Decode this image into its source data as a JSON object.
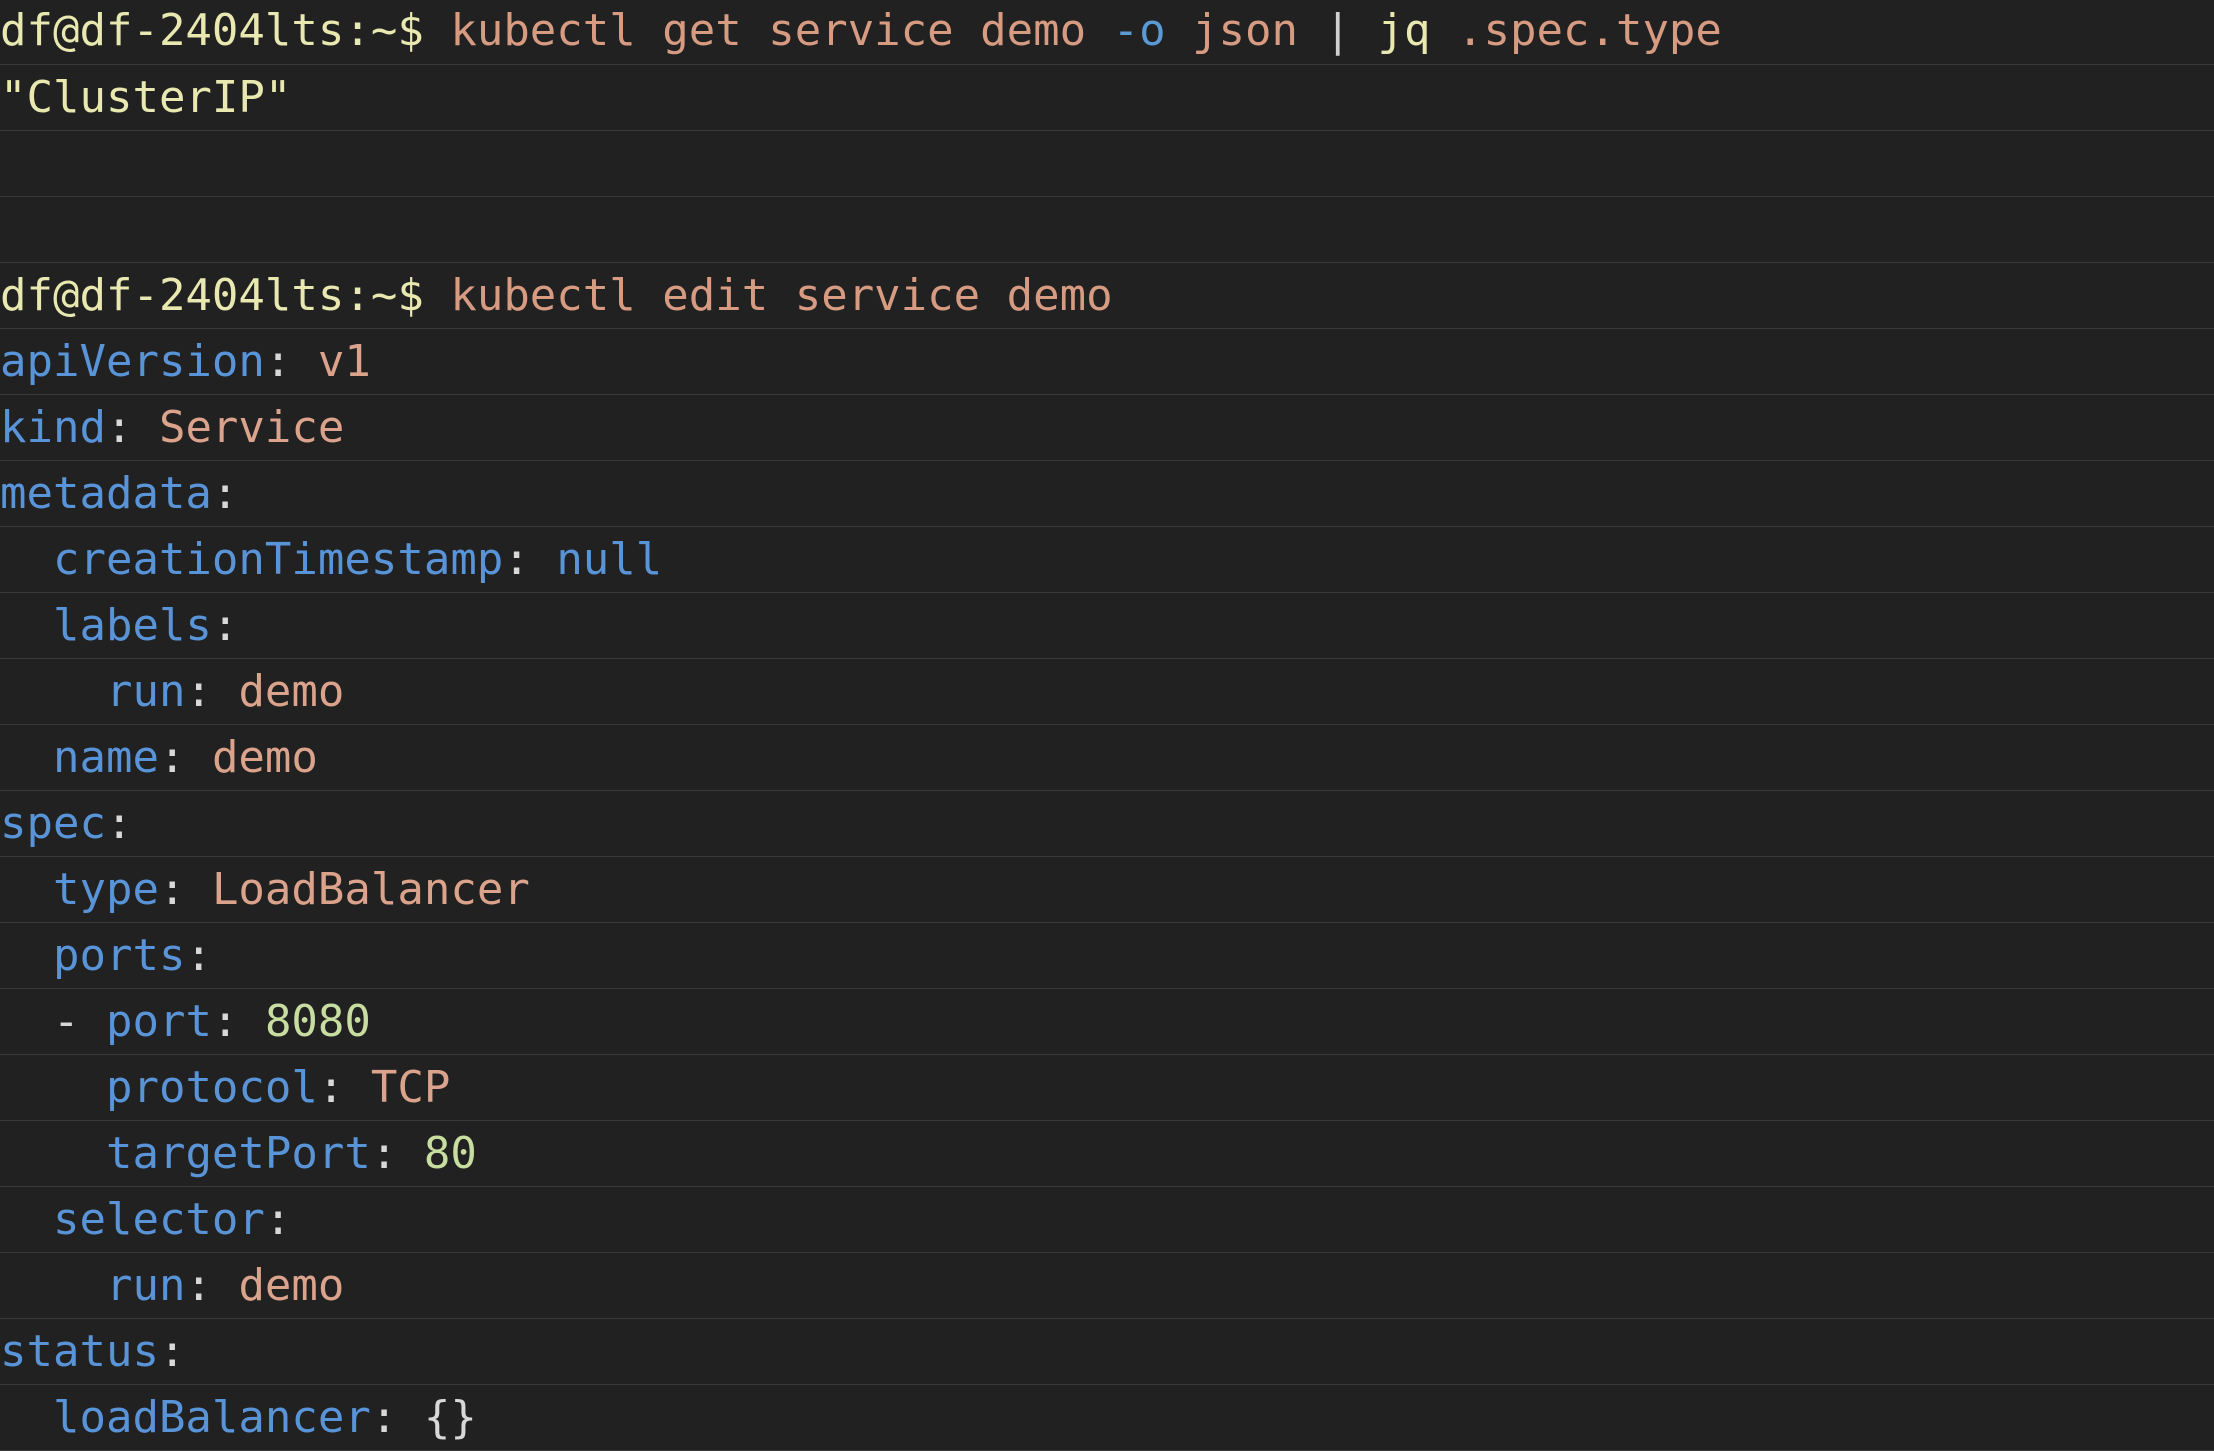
{
  "terminal": {
    "title": "df@df-2404lts: ~",
    "background_color": "#212121",
    "gridline_color": "#3a3a3a",
    "palette": {
      "prompt": "#e8e8b0",
      "command": "#d79b82",
      "flag": "#5a9bd5",
      "pipe": "#d0d0d0",
      "yaml_key": "#5a94d8",
      "yaml_string": "#dba38c",
      "yaml_number": "#c8dda0",
      "yaml_keyword": "#5a94d8",
      "punctuation": "#d8d8d8",
      "stdout": "#e8e8b0"
    },
    "prompt_text": "df@df-2404lts:~$",
    "lines": [
      {
        "id": "cmd-get-service",
        "kind": "command",
        "tokens": [
          {
            "t": "df@df-2404lts:~$",
            "c": "tok-prompt"
          },
          {
            "t": " kubectl get service demo ",
            "c": "tok-cmd"
          },
          {
            "t": "-o",
            "c": "tok-flag"
          },
          {
            "t": " json ",
            "c": "tok-cmd"
          },
          {
            "t": "|",
            "c": "tok-pipe"
          },
          {
            "t": " jq",
            "c": "tok-jq"
          },
          {
            "t": " .spec.type",
            "c": "tok-cmd"
          }
        ]
      },
      {
        "id": "out-clusterip",
        "kind": "stdout",
        "tokens": [
          {
            "t": "\"ClusterIP\"",
            "c": "tok-out"
          }
        ]
      },
      {
        "id": "blank-1",
        "kind": "blank",
        "tokens": []
      },
      {
        "id": "blank-2",
        "kind": "blank",
        "tokens": []
      },
      {
        "id": "cmd-edit-service",
        "kind": "command",
        "tokens": [
          {
            "t": "df@df-2404lts:~$",
            "c": "tok-prompt"
          },
          {
            "t": " kubectl edit service demo",
            "c": "tok-cmd"
          }
        ]
      },
      {
        "id": "yaml-apiversion",
        "kind": "yaml",
        "tokens": [
          {
            "t": "apiVersion",
            "c": "tok-key"
          },
          {
            "t": ": ",
            "c": "tok-punct"
          },
          {
            "t": "v1",
            "c": "tok-str"
          }
        ]
      },
      {
        "id": "yaml-kind",
        "kind": "yaml",
        "tokens": [
          {
            "t": "kind",
            "c": "tok-key"
          },
          {
            "t": ": ",
            "c": "tok-punct"
          },
          {
            "t": "Service",
            "c": "tok-str"
          }
        ]
      },
      {
        "id": "yaml-metadata",
        "kind": "yaml",
        "tokens": [
          {
            "t": "metadata",
            "c": "tok-key"
          },
          {
            "t": ":",
            "c": "tok-punct"
          }
        ]
      },
      {
        "id": "yaml-creationtimestamp",
        "kind": "yaml",
        "tokens": [
          {
            "t": "  ",
            "c": "tok-plain"
          },
          {
            "t": "creationTimestamp",
            "c": "tok-key"
          },
          {
            "t": ": ",
            "c": "tok-punct"
          },
          {
            "t": "null",
            "c": "tok-kw"
          }
        ]
      },
      {
        "id": "yaml-labels",
        "kind": "yaml",
        "tokens": [
          {
            "t": "  ",
            "c": "tok-plain"
          },
          {
            "t": "labels",
            "c": "tok-key"
          },
          {
            "t": ":",
            "c": "tok-punct"
          }
        ]
      },
      {
        "id": "yaml-labels-run",
        "kind": "yaml",
        "tokens": [
          {
            "t": "    ",
            "c": "tok-plain"
          },
          {
            "t": "run",
            "c": "tok-key"
          },
          {
            "t": ": ",
            "c": "tok-punct"
          },
          {
            "t": "demo",
            "c": "tok-str"
          }
        ]
      },
      {
        "id": "yaml-name",
        "kind": "yaml",
        "tokens": [
          {
            "t": "  ",
            "c": "tok-plain"
          },
          {
            "t": "name",
            "c": "tok-key"
          },
          {
            "t": ": ",
            "c": "tok-punct"
          },
          {
            "t": "demo",
            "c": "tok-str"
          }
        ]
      },
      {
        "id": "yaml-spec",
        "kind": "yaml",
        "tokens": [
          {
            "t": "spec",
            "c": "tok-key"
          },
          {
            "t": ":",
            "c": "tok-punct"
          }
        ]
      },
      {
        "id": "yaml-type",
        "kind": "yaml",
        "tokens": [
          {
            "t": "  ",
            "c": "tok-plain"
          },
          {
            "t": "type",
            "c": "tok-key"
          },
          {
            "t": ": ",
            "c": "tok-punct"
          },
          {
            "t": "LoadBalancer",
            "c": "tok-str"
          }
        ]
      },
      {
        "id": "yaml-ports",
        "kind": "yaml",
        "tokens": [
          {
            "t": "  ",
            "c": "tok-plain"
          },
          {
            "t": "ports",
            "c": "tok-key"
          },
          {
            "t": ":",
            "c": "tok-punct"
          }
        ]
      },
      {
        "id": "yaml-port",
        "kind": "yaml",
        "tokens": [
          {
            "t": "  ",
            "c": "tok-plain"
          },
          {
            "t": "-",
            "c": "tok-dash"
          },
          {
            "t": " ",
            "c": "tok-plain"
          },
          {
            "t": "port",
            "c": "tok-key"
          },
          {
            "t": ": ",
            "c": "tok-punct"
          },
          {
            "t": "8080",
            "c": "tok-num"
          }
        ]
      },
      {
        "id": "yaml-protocol",
        "kind": "yaml",
        "tokens": [
          {
            "t": "    ",
            "c": "tok-plain"
          },
          {
            "t": "protocol",
            "c": "tok-key"
          },
          {
            "t": ": ",
            "c": "tok-punct"
          },
          {
            "t": "TCP",
            "c": "tok-str"
          }
        ]
      },
      {
        "id": "yaml-targetport",
        "kind": "yaml",
        "tokens": [
          {
            "t": "    ",
            "c": "tok-plain"
          },
          {
            "t": "targetPort",
            "c": "tok-key"
          },
          {
            "t": ": ",
            "c": "tok-punct"
          },
          {
            "t": "80",
            "c": "tok-num"
          }
        ]
      },
      {
        "id": "yaml-selector",
        "kind": "yaml",
        "tokens": [
          {
            "t": "  ",
            "c": "tok-plain"
          },
          {
            "t": "selector",
            "c": "tok-key"
          },
          {
            "t": ":",
            "c": "tok-punct"
          }
        ]
      },
      {
        "id": "yaml-selector-run",
        "kind": "yaml",
        "tokens": [
          {
            "t": "    ",
            "c": "tok-plain"
          },
          {
            "t": "run",
            "c": "tok-key"
          },
          {
            "t": ": ",
            "c": "tok-punct"
          },
          {
            "t": "demo",
            "c": "tok-str"
          }
        ]
      },
      {
        "id": "yaml-status",
        "kind": "yaml",
        "tokens": [
          {
            "t": "status",
            "c": "tok-key"
          },
          {
            "t": ":",
            "c": "tok-punct"
          }
        ]
      },
      {
        "id": "yaml-loadbalancer",
        "kind": "yaml",
        "tokens": [
          {
            "t": "  ",
            "c": "tok-plain"
          },
          {
            "t": "loadBalancer",
            "c": "tok-key"
          },
          {
            "t": ": ",
            "c": "tok-punct"
          },
          {
            "t": "{}",
            "c": "tok-brace"
          }
        ]
      }
    ]
  }
}
